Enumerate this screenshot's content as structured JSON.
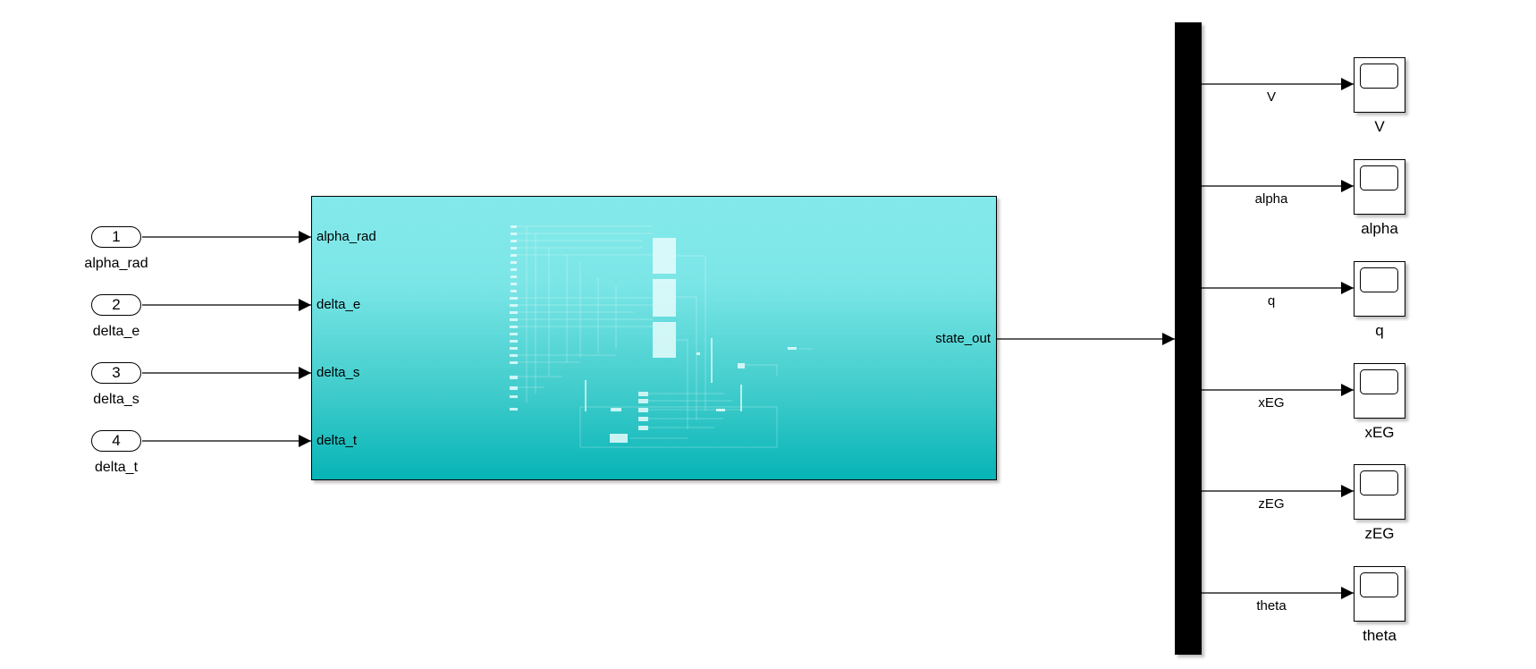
{
  "inports": [
    {
      "number": "1",
      "name": "alpha_rad"
    },
    {
      "number": "2",
      "name": "delta_e"
    },
    {
      "number": "3",
      "name": "delta_s"
    },
    {
      "number": "4",
      "name": "delta_t"
    }
  ],
  "subsystem": {
    "input_ports": [
      "alpha_rad",
      "delta_e",
      "delta_s",
      "delta_t"
    ],
    "output_port": "state_out",
    "colors": {
      "top": "#84e9ea",
      "bottom": "#06b4b6",
      "thumbnail": "#ffffff"
    }
  },
  "bus": {
    "color": "#000000"
  },
  "scopes": [
    {
      "signal": "V",
      "name": "V"
    },
    {
      "signal": "alpha",
      "name": "alpha"
    },
    {
      "signal": "q",
      "name": "q"
    },
    {
      "signal": "xEG",
      "name": "xEG"
    },
    {
      "signal": "zEG",
      "name": "zEG"
    },
    {
      "signal": "theta",
      "name": "theta"
    }
  ]
}
